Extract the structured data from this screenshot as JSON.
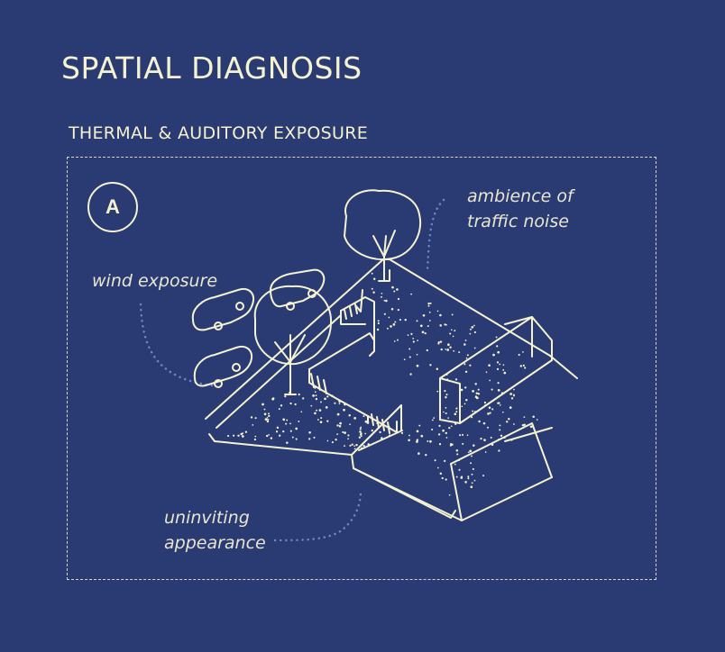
{
  "header": {
    "title": "SPATIAL DIAGNOSIS",
    "subtitle": "THERMAL & AUDITORY EXPOSURE"
  },
  "diagram": {
    "badge": "A",
    "annotations": {
      "traffic_line1": "ambience of",
      "traffic_line2": "traffic noise",
      "wind": "wind exposure",
      "uninviting_line1": "uninviting",
      "uninviting_line2": "appearance"
    },
    "icons": [
      "tree-icon",
      "car-icon",
      "building-icon"
    ]
  },
  "colors": {
    "background": "#2a3b73",
    "line": "#f5f2d0",
    "leader": "#6f84c9"
  }
}
